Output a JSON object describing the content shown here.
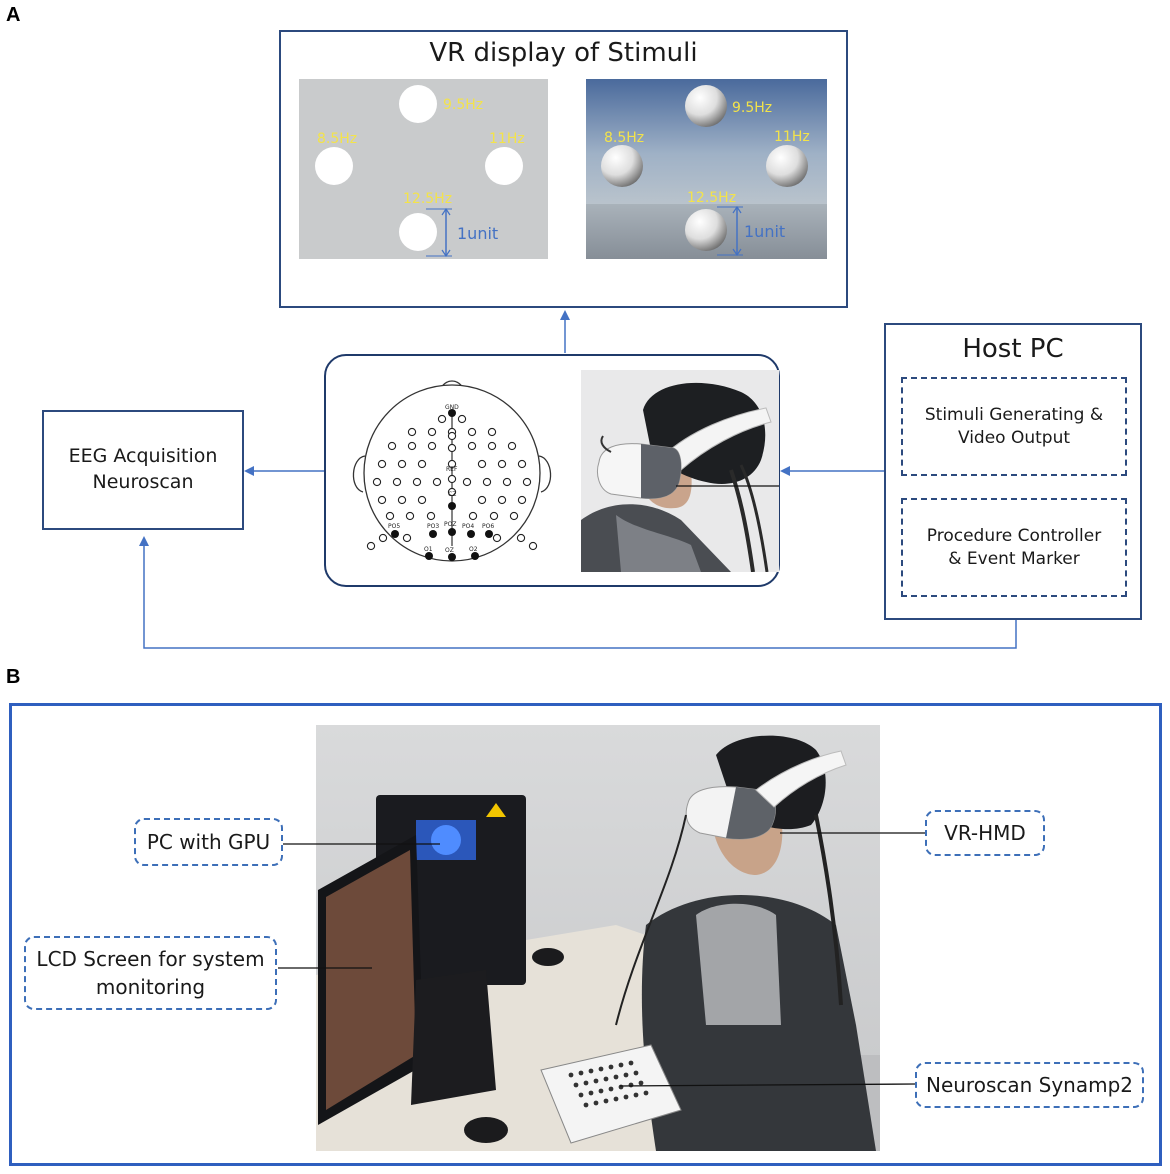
{
  "panels": {
    "a_letter": "A",
    "b_letter": "B"
  },
  "vr_display": {
    "title": "VR display of Stimuli",
    "flat": {
      "freq_top": "9.5Hz",
      "freq_left": "8.5Hz",
      "freq_right": "11Hz",
      "freq_bottom": "12.5Hz",
      "unit": "1unit"
    },
    "scene": {
      "freq_top": "9.5Hz",
      "freq_left": "8.5Hz",
      "freq_right": "11Hz",
      "freq_bottom": "12.5Hz",
      "unit": "1unit"
    }
  },
  "eeg_box": {
    "line1": "EEG Acquisition",
    "line2": "Neuroscan"
  },
  "electrodes": {
    "gnd": "GND",
    "ref": "REF",
    "cz": "CZ",
    "po5": "PO5",
    "po3": "PO3",
    "poz": "POZ",
    "po4": "PO4",
    "po6": "PO6",
    "o1": "O1",
    "oz": "OZ",
    "o2": "O2"
  },
  "host_pc": {
    "title": "Host PC",
    "box1_line1": "Stimuli Generating &",
    "box1_line2": "Video Output",
    "box2_line1": "Procedure Controller",
    "box2_line2": "& Event Marker"
  },
  "setup_labels": {
    "pc_gpu": "PC with GPU",
    "lcd_line1": "LCD Screen for system",
    "lcd_line2": "monitoring",
    "vr_hmd": "VR-HMD",
    "neuroscan": "Neuroscan Synamp2"
  },
  "colors": {
    "frame": "#2c4a7e",
    "frame_b": "#2f5fbf",
    "arrow": "#4472c4",
    "freq_label": "#f3e34a",
    "unit_label": "#4472c4"
  }
}
